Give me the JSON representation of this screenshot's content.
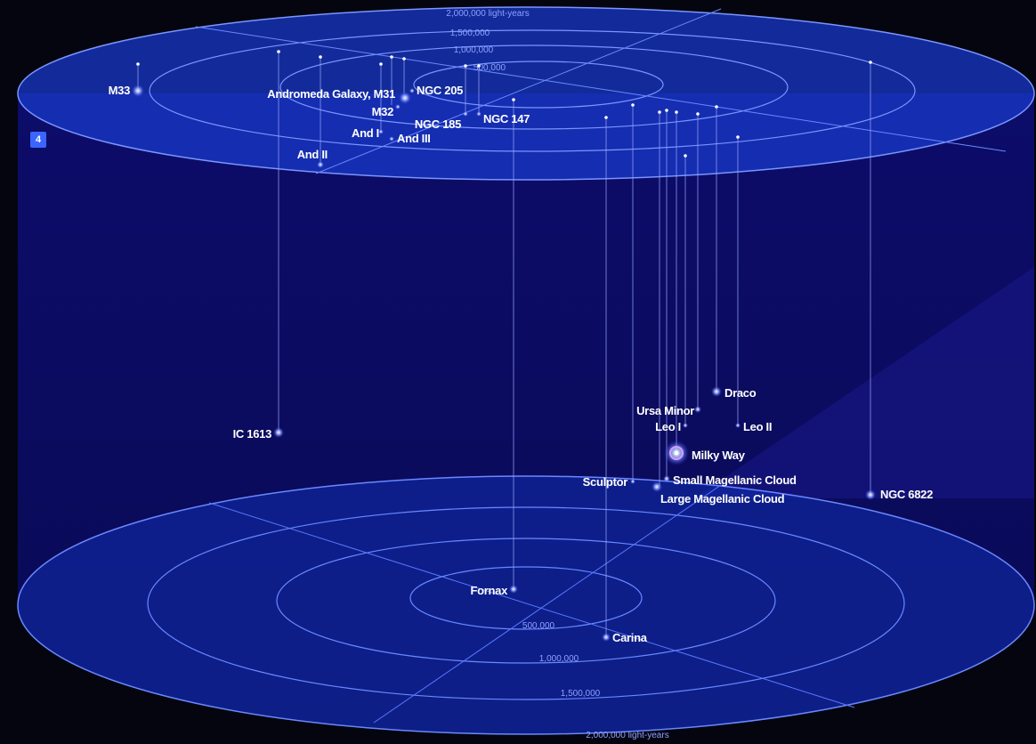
{
  "badge": "4",
  "scale_labels": {
    "top": [
      "2,000,000 light-years",
      "1,500,000",
      "1,000,000",
      "500,000"
    ],
    "bottom": [
      "500,000",
      "1,000,000",
      "1,500,000",
      "2,000,000 light-years"
    ]
  },
  "galaxies": [
    {
      "id": "m33",
      "name": "M33"
    },
    {
      "id": "andromeda",
      "name": "Andromeda Galaxy, M31"
    },
    {
      "id": "ngc205",
      "name": "NGC 205"
    },
    {
      "id": "m32",
      "name": "M32"
    },
    {
      "id": "ngc185",
      "name": "NGC 185"
    },
    {
      "id": "ngc147",
      "name": "NGC 147"
    },
    {
      "id": "and1",
      "name": "And I"
    },
    {
      "id": "and3",
      "name": "And III"
    },
    {
      "id": "and2",
      "name": "And II"
    },
    {
      "id": "ic1613",
      "name": "IC 1613"
    },
    {
      "id": "draco",
      "name": "Draco"
    },
    {
      "id": "ursa",
      "name": "Ursa Minor"
    },
    {
      "id": "leo1",
      "name": "Leo I"
    },
    {
      "id": "leo2",
      "name": "Leo II"
    },
    {
      "id": "milkyway",
      "name": "Milky Way"
    },
    {
      "id": "sculptor",
      "name": "Sculptor"
    },
    {
      "id": "smc",
      "name": "Small Magellanic Cloud"
    },
    {
      "id": "lmc",
      "name": "Large Magellanic Cloud"
    },
    {
      "id": "ngc6822",
      "name": "NGC 6822"
    },
    {
      "id": "fornax",
      "name": "Fornax"
    },
    {
      "id": "carina",
      "name": "Carina"
    }
  ],
  "colors": {
    "background": "#050510",
    "cylinder": "#0a0a5a",
    "ring_line": "#5a78ff",
    "star": "#ffffff",
    "badge": "#3a66ff"
  }
}
